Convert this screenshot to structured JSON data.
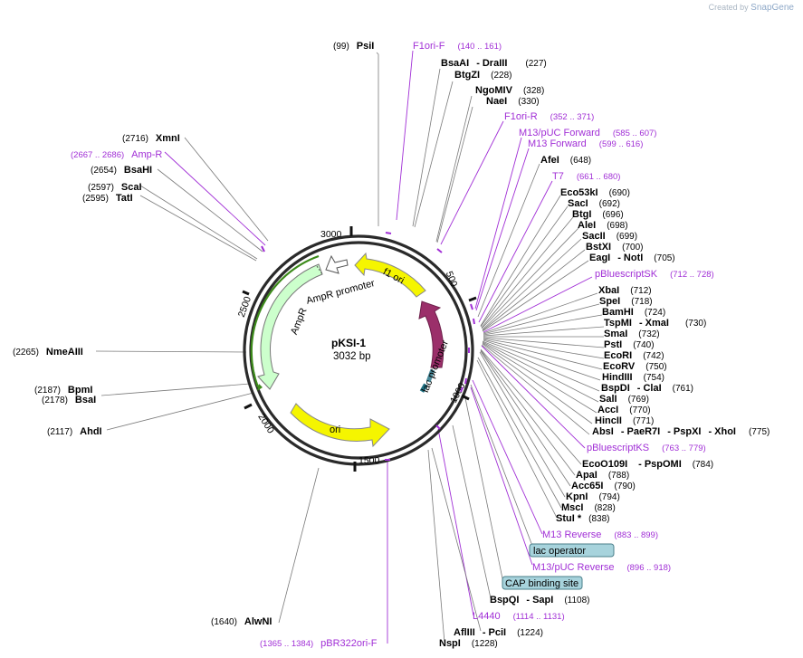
{
  "credit": {
    "prefix": "Created by",
    "brand": "SnapGene"
  },
  "plasmid": {
    "name": "pKSI-1",
    "size": "3032 bp"
  },
  "ruler": [
    "3000",
    "500",
    "1000",
    "1500",
    "2000",
    "2500"
  ],
  "features": {
    "f1_ori": "f1 ori",
    "ampr_promoter": "AmpR promoter",
    "ampr": "AmpR",
    "lacza": "lacZα",
    "lac_promoter": "lac promoter",
    "ori": "ori"
  },
  "sites": {
    "psii": {
      "name": "PsiI",
      "pos": "(99)"
    },
    "bsaai": {
      "name": "BsaAI",
      "sep": "-",
      "name2": "DraIII",
      "pos": "(227)"
    },
    "btgzi": {
      "name": "BtgZI",
      "pos": "(228)"
    },
    "ngomiv": {
      "name": "NgoMIV",
      "pos": "(328)"
    },
    "naei": {
      "name": "NaeI",
      "pos": "(330)"
    },
    "afei": {
      "name": "AfeI",
      "pos": "(648)"
    },
    "eco53ki": {
      "name": "Eco53kI",
      "pos": "(690)"
    },
    "saci": {
      "name": "SacI",
      "pos": "(692)"
    },
    "btgi": {
      "name": "BtgI",
      "pos": "(696)"
    },
    "alei": {
      "name": "AleI",
      "pos": "(698)"
    },
    "sacii": {
      "name": "SacII",
      "pos": "(699)"
    },
    "bstxi": {
      "name": "BstXI",
      "pos": "(700)"
    },
    "eagi": {
      "name": "EagI",
      "sep": "-",
      "name2": "NotI",
      "pos": "(705)"
    },
    "xbai": {
      "name": "XbaI",
      "pos": "(712)"
    },
    "spei": {
      "name": "SpeI",
      "pos": "(718)"
    },
    "bamhi": {
      "name": "BamHI",
      "pos": "(724)"
    },
    "tspmi": {
      "name": "TspMI",
      "sep": "-",
      "name2": "XmaI",
      "pos": "(730)"
    },
    "smai": {
      "name": "SmaI",
      "pos": "(732)"
    },
    "psti": {
      "name": "PstI",
      "pos": "(740)"
    },
    "ecori": {
      "name": "EcoRI",
      "pos": "(742)"
    },
    "ecorv": {
      "name": "EcoRV",
      "pos": "(750)"
    },
    "hindiii": {
      "name": "HindIII",
      "pos": "(754)"
    },
    "bspdi": {
      "name": "BspDI",
      "sep": "-",
      "name2": "ClaI",
      "pos": "(761)"
    },
    "sali": {
      "name": "SalI",
      "pos": "(769)"
    },
    "acci": {
      "name": "AccI",
      "pos": "(770)"
    },
    "hincii": {
      "name": "HincII",
      "pos": "(771)"
    },
    "absi": {
      "name": "AbsI",
      "sep": "-",
      "name2": "PaeR7I",
      "sep2": "-",
      "name3": "PspXI",
      "sep3": "-",
      "name4": "XhoI",
      "pos": "(775)"
    },
    "ecoo109i": {
      "name": "EcoO109I",
      "sep": "-",
      "name2": "PspOMI",
      "pos": "(784)"
    },
    "apai": {
      "name": "ApaI",
      "pos": "(788)"
    },
    "acc65i": {
      "name": "Acc65I",
      "pos": "(790)"
    },
    "kpni": {
      "name": "KpnI",
      "pos": "(794)"
    },
    "msci": {
      "name": "MscI",
      "pos": "(828)"
    },
    "stui": {
      "name": "StuI *",
      "pos": "(838)"
    },
    "bspqi": {
      "name": "BspQI",
      "sep": "-",
      "name2": "SapI",
      "pos": "(1108)"
    },
    "afliii": {
      "name": "AflIII",
      "sep": "-",
      "name2": "PciI",
      "pos": "(1224)"
    },
    "nspi": {
      "name": "NspI",
      "pos": "(1228)"
    },
    "alwni": {
      "name": "AlwNI",
      "pos": "(1640)"
    },
    "ahdi": {
      "name": "AhdI",
      "pos": "(2117)"
    },
    "bpmi": {
      "name": "BpmI",
      "pos": "(2187)"
    },
    "bsai": {
      "name": "BsaI",
      "pos": "(2178)"
    },
    "nmeaiii": {
      "name": "NmeAIII",
      "pos": "(2265)"
    },
    "tati": {
      "name": "TatI",
      "pos": "(2595)"
    },
    "scai": {
      "name": "ScaI",
      "pos": "(2597)"
    },
    "bsahi": {
      "name": "BsaHI",
      "pos": "(2654)"
    },
    "xmni": {
      "name": "XmnI",
      "pos": "(2716)"
    }
  },
  "primers": {
    "f1ori_f": {
      "name": "F1ori-F",
      "range": "(140 .. 161)"
    },
    "f1ori_r": {
      "name": "F1ori-R",
      "range": "(352 .. 371)"
    },
    "m13puc_fwd": {
      "name": "M13/pUC Forward",
      "range": "(585 .. 607)"
    },
    "m13_fwd": {
      "name": "M13 Forward",
      "range": "(599 .. 616)"
    },
    "t7": {
      "name": "T7",
      "range": "(661 .. 680)"
    },
    "pbluescriptsk": {
      "name": "pBluescriptSK",
      "range": "(712 .. 728)"
    },
    "pbluescriptks": {
      "name": "pBluescriptKS",
      "range": "(763 .. 779)"
    },
    "m13_rev": {
      "name": "M13 Reverse",
      "range": "(883 .. 899)"
    },
    "m13puc_rev": {
      "name": "M13/pUC Reverse",
      "range": "(896 .. 918)"
    },
    "l4440": {
      "name": "L4440",
      "range": "(1114 .. 1131)"
    },
    "pbr322ori_f": {
      "name": "pBR322ori-F",
      "range": "(1365 .. 1384)"
    },
    "ampr_primer": {
      "name": "Amp-R",
      "range": "(2667 .. 2686)"
    }
  },
  "boxes": {
    "lac_operator": "lac operator",
    "cap_site": "CAP binding site"
  }
}
